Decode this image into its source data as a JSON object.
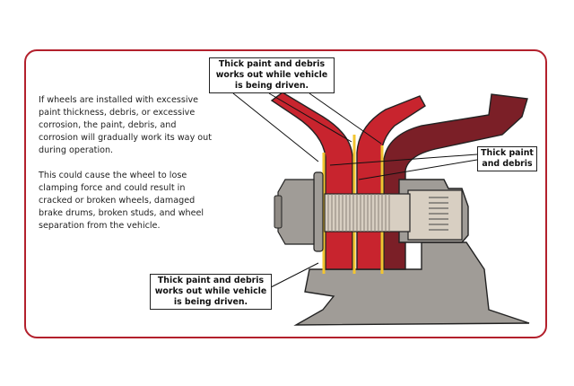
{
  "description_text": {
    "paragraph_1": "If wheels are installed with excessive paint thickness, debris, or excessive corrosion, the paint, debris, and corrosion will gradually work its way out during operation.",
    "paragraph_2": "This could cause the wheel to lose clamping force and could result in cracked or broken wheels, damaged brake drums, broken studs, and wheel separation from the vehicle."
  },
  "callouts": {
    "top": [
      "Thick paint and debris",
      "works out while vehicle",
      "is being driven."
    ],
    "right": [
      "Thick paint",
      "and debris"
    ],
    "bottom": [
      "Thick paint and debris",
      "works out while vehicle",
      "is being driven."
    ]
  },
  "colors": {
    "frame": "#b3202c",
    "wheel_red": "#c8242e",
    "drum_maroon": "#7b1f27",
    "paint_yellow": "#f2c531",
    "hub_grey": "#a09c97",
    "bolt_beige": "#d8cfc2"
  }
}
